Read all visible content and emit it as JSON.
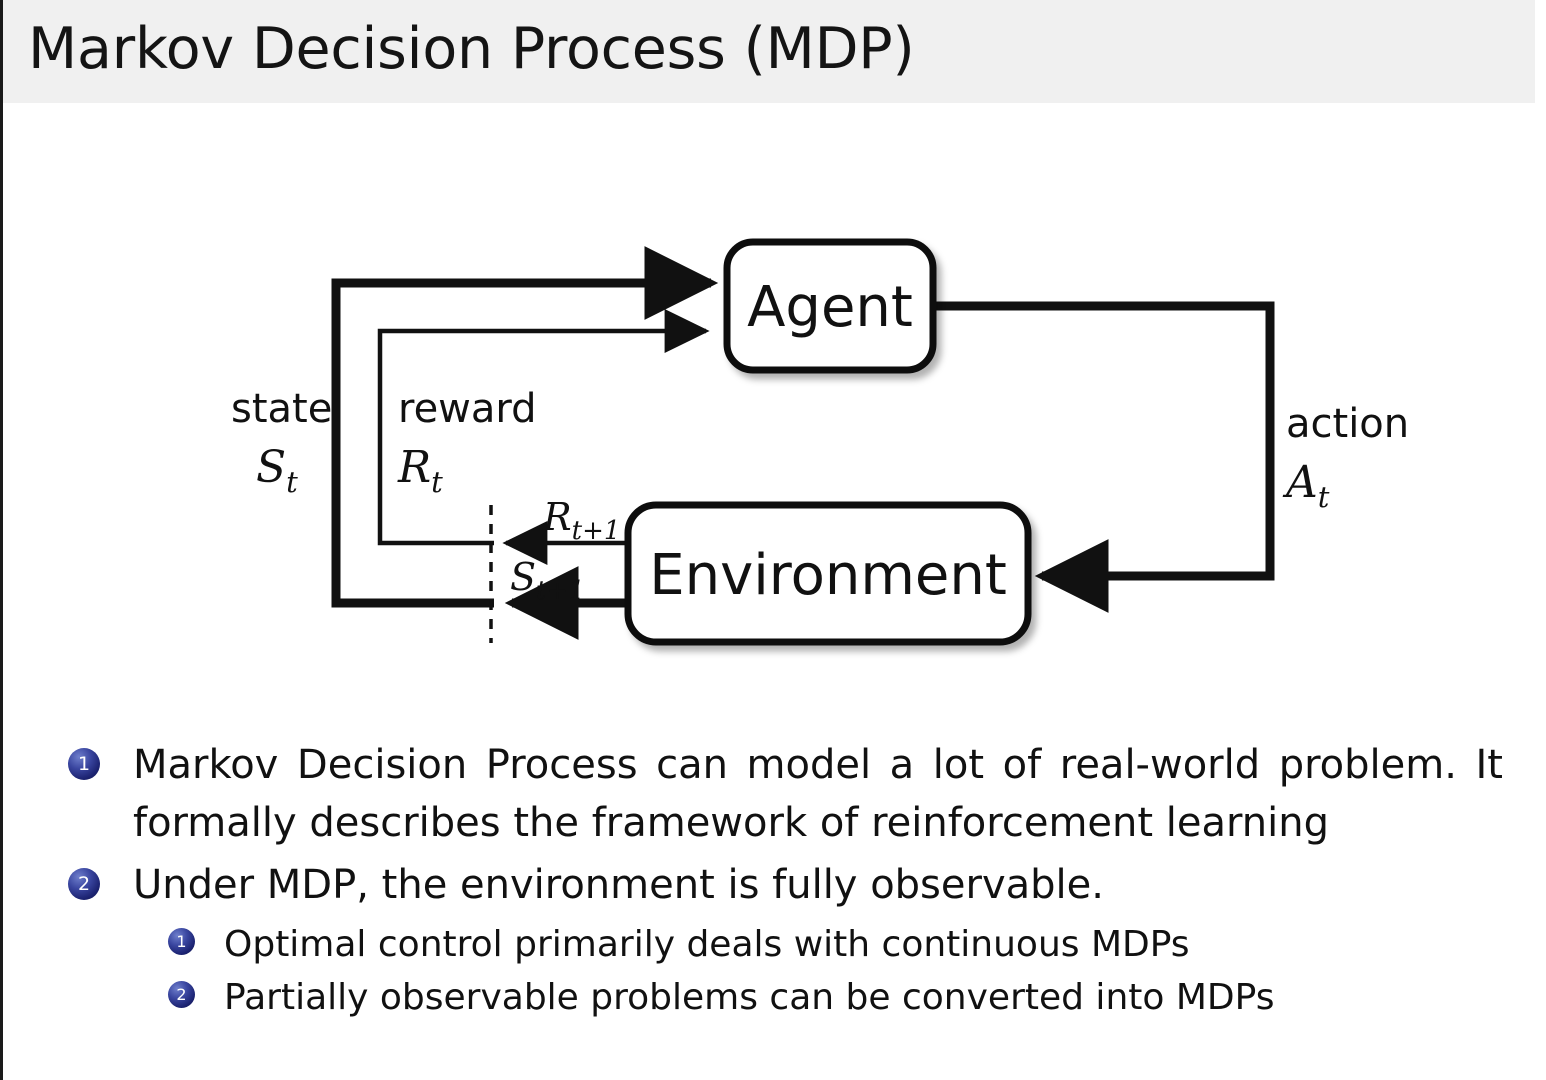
{
  "slide": {
    "title": "Markov Decision Process (MDP)",
    "header_bg": "#f0f0f0",
    "text_color": "#111111",
    "bullet_color": "#1b2270"
  },
  "diagram": {
    "name": "agent-environment-interaction-loop",
    "boxes": [
      {
        "id": "agent",
        "label": "Agent"
      },
      {
        "id": "environment",
        "label": "Environment"
      }
    ],
    "labels": [
      {
        "id": "state",
        "word": "state",
        "symbol": "S",
        "subscript": "t"
      },
      {
        "id": "reward",
        "word": "reward",
        "symbol": "R",
        "subscript": "t"
      },
      {
        "id": "action",
        "word": "action",
        "symbol": "A",
        "subscript": "t"
      },
      {
        "id": "next-reward",
        "symbol": "R",
        "subscript": "t+1"
      },
      {
        "id": "next-state",
        "symbol": "S",
        "subscript": "t+1"
      }
    ]
  },
  "bullets": [
    {
      "level": 1,
      "marker": "1",
      "text": "Markov Decision Process can model a lot of real-world problem. It formally describes the framework of reinforcement learning"
    },
    {
      "level": 1,
      "marker": "2",
      "text": "Under MDP, the environment is fully observable."
    },
    {
      "level": 2,
      "marker": "1",
      "text": "Optimal control primarily deals with continuous MDPs"
    },
    {
      "level": 2,
      "marker": "2",
      "text": "Partially observable problems can be converted into MDPs"
    }
  ]
}
